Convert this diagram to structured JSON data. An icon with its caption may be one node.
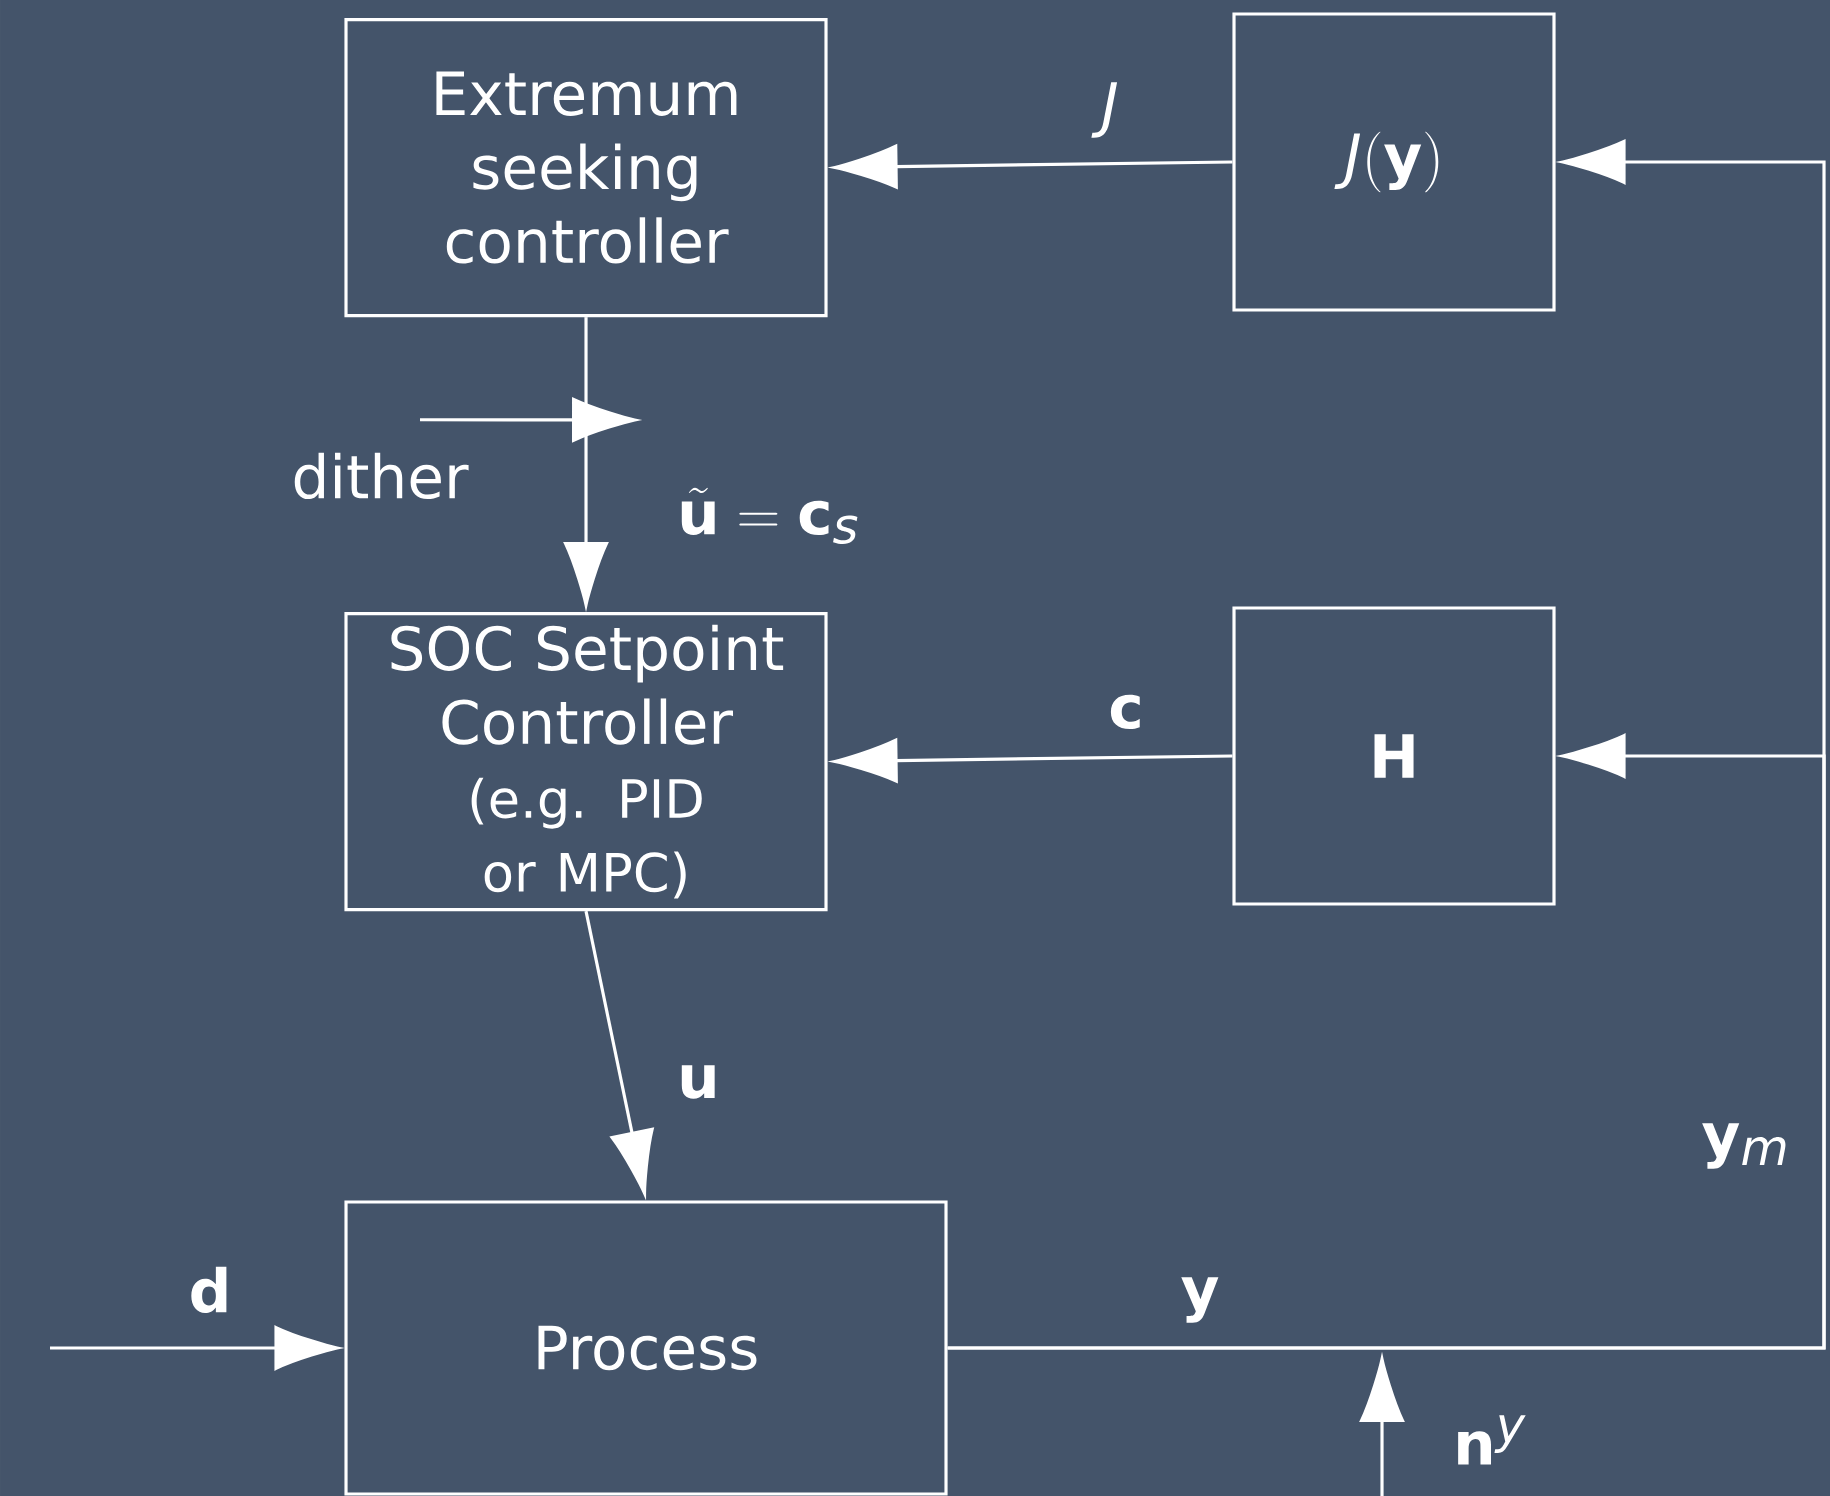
{
  "diagram": {
    "nodes": [
      {
        "text": [
          "Extremum seeking controller"
        ]
      },
      {
        "text": [
          "J(\\mathbf{y})"
        ]
      },
      {
        "text": [
          "SOC Setpoint Controller",
          "(e.g. PID or MPC)"
        ]
      },
      {
        "text": [
          "\\mathbf{H}"
        ]
      },
      {
        "text": [
          "Process"
        ]
      },
      {
        "text": [
          "dither"
        ]
      }
    ],
    "edges": [
      {
        "from": 1,
        "to": 0,
        "arrow": "to",
        "label": "J"
      },
      {
        "from": 0,
        "to": 2,
        "arrow": "to",
        "label": "\\tilde{\\mathbf{u}} = \\mathbf{c}_s"
      },
      {
        "from": 5,
        "to": null,
        "arrow": "to"
      },
      {
        "from": 3,
        "to": 2,
        "arrow": "to",
        "label": "\\mathbf{c}"
      },
      {
        "from": 2,
        "to": 4,
        "arrow": "to",
        "label": "\\mathbf{u}"
      },
      {
        "from": null,
        "to": 4,
        "arrow": "to",
        "label": "\\mathbf{d}"
      },
      {
        "from": 4,
        "to": 1,
        "arrow": "to"
      },
      {
        "from": 4,
        "to": 3,
        "arrow": "to"
      }
    ],
    "labels": [
      "\\mathbf{y}",
      "\\mathbf{y}_m",
      "\\mathbf{n}^y"
    ]
  }
}
